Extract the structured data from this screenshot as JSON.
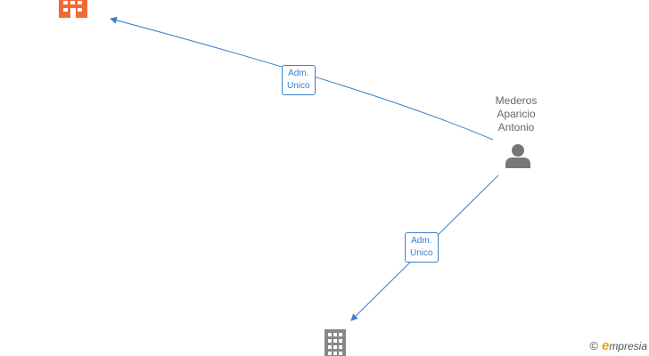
{
  "nodes": {
    "company_top": {
      "icon": "building-icon",
      "color": "#f26a35"
    },
    "company_bottom": {
      "icon": "building-icon",
      "color": "#888888"
    },
    "person": {
      "icon": "person-icon",
      "color": "#777777",
      "name_lines": [
        "Mederos",
        "Aparicio",
        "Antonio"
      ]
    }
  },
  "edges": [
    {
      "label_lines": [
        "Adm.",
        "Unico"
      ],
      "color": "#3a80c8"
    },
    {
      "label_lines": [
        "Adm.",
        "Unico"
      ],
      "color": "#3a80c8"
    }
  ],
  "watermark": {
    "copyright": "©",
    "brand_initial": "e",
    "brand_rest": "mpresia"
  }
}
